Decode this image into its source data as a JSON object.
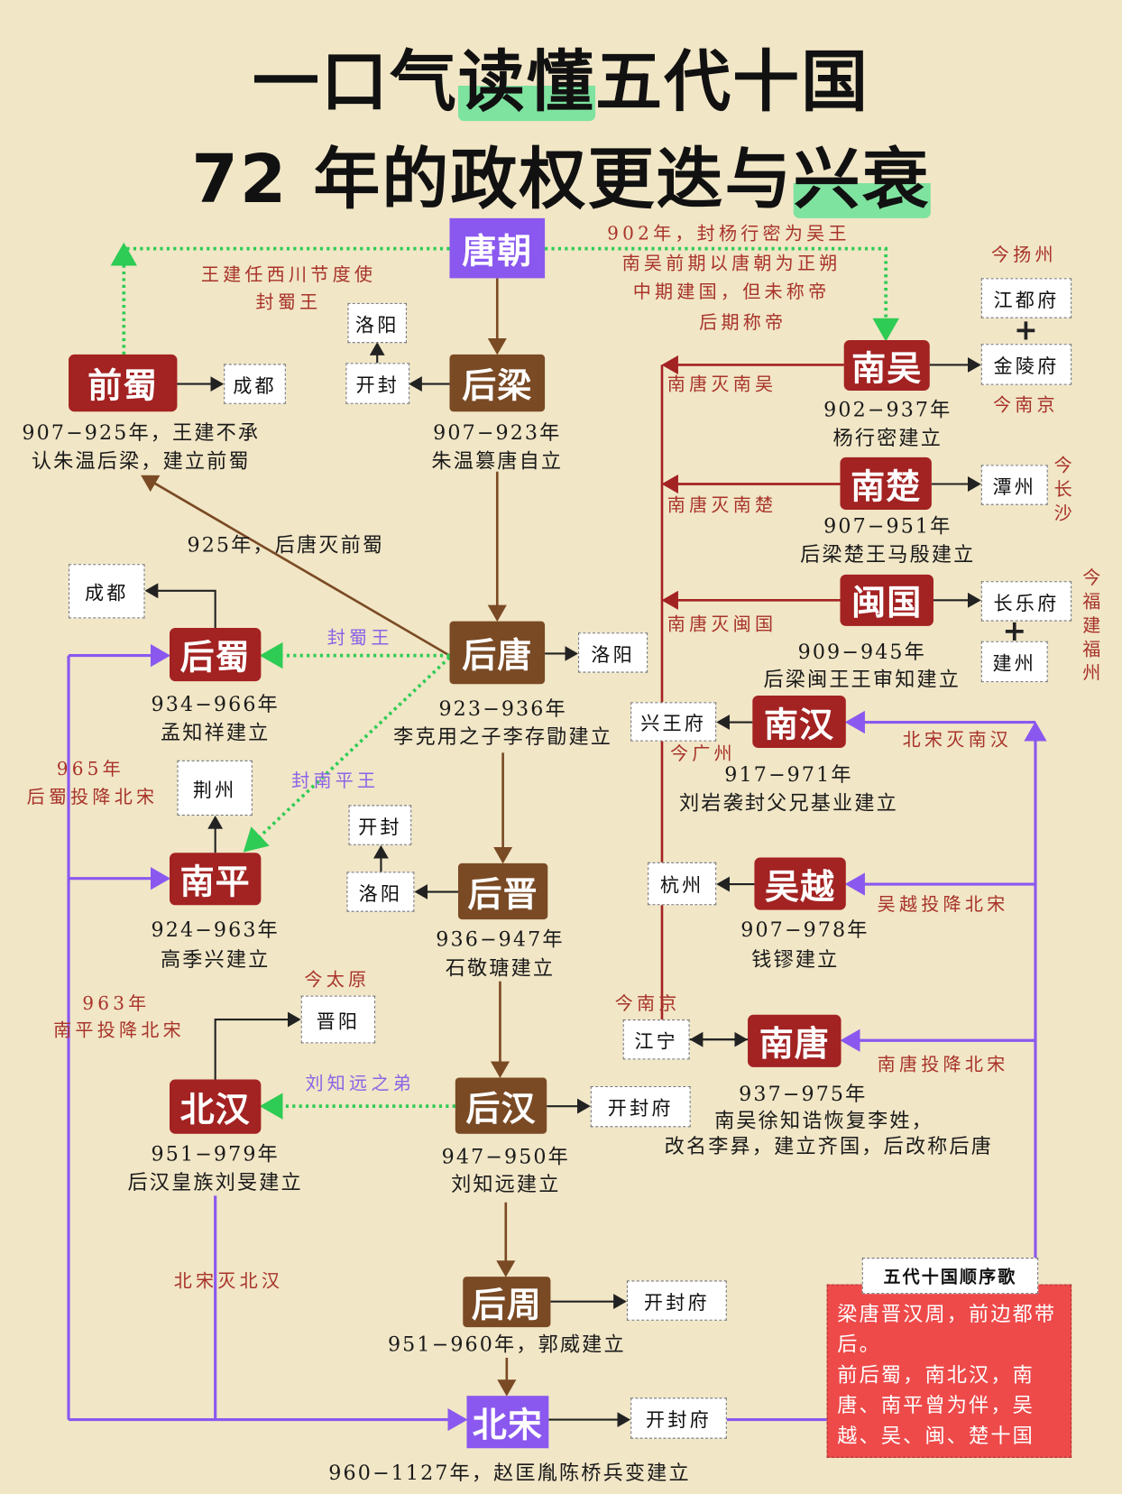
{
  "title": {
    "line1_a": "一口气",
    "line1_hl": "读懂",
    "line1_b": "五代十国",
    "line2_a": "72 年的政权更迭与",
    "line2_hl": "兴衰"
  },
  "states": {
    "tang": "唐朝",
    "qianshu": "前蜀",
    "houliang": "后梁",
    "nanwu": "南吴",
    "nanchu": "南楚",
    "minguo": "闽国",
    "houtang": "后唐",
    "houshu": "后蜀",
    "nanhan": "南汉",
    "nanping": "南平",
    "houjin": "后晋",
    "wuyue": "吴越",
    "nantang": "南唐",
    "beihan": "北汉",
    "houhan": "后汉",
    "houzhou": "后周",
    "beisong": "北宋"
  },
  "capitals": {
    "qianshu_chengdu": "成都",
    "houliang_kaifeng": "开封",
    "houliang_luoyang": "洛阳",
    "nanwu_jiangdu": "江都府",
    "nanwu_jinling": "金陵府",
    "nanchu_tanzhou": "潭州",
    "minguo_changle": "长乐府",
    "minguo_jianzhou": "建州",
    "houtang_luoyang": "洛阳",
    "houshu_chengdu": "成都",
    "nanhan_xingwang": "兴王府",
    "nanping_jingzhou": "荆州",
    "houjin_kaifeng": "开封",
    "houjin_luoyang": "洛阳",
    "wuyue_hangzhou": "杭州",
    "beihan_jinyang": "晋阳",
    "nantang_jiangning": "江宁",
    "houhan_kaifengfu": "开封府",
    "houzhou_kaifengfu": "开封府",
    "beisong_kaifengfu": "开封府"
  },
  "notes": {
    "wangjian_1": "王建任西川节度使",
    "wangjian_2": "封蜀王",
    "nanwu_n1": "902年，封杨行密为吴王",
    "nanwu_n2": "南吴前期以唐朝为正朔",
    "nanwu_n3": "中期建国，但未称帝",
    "nanwu_n4": "后期称帝",
    "today_yangzhou": "今扬州",
    "today_nanjing_1": "今南京",
    "today_changsha": "今长沙",
    "today_fuzhou": "今福建福州",
    "qianshu_d1": "907−925年，王建不承",
    "qianshu_d2": "认朱温后梁，建立前蜀",
    "houliang_d1": "907−923年",
    "houliang_d2": "朱温篡唐自立",
    "mie_nanwu": "南唐灭南吴",
    "mie_nanchu": "南唐灭南楚",
    "mie_minguo": "南唐灭闽国",
    "nanwu_d1": "902−937年",
    "nanwu_d2": "杨行密建立",
    "nanchu_d1": "907−951年",
    "nanchu_d2": "后梁楚王马殷建立",
    "minguo_d1": "909−945年",
    "minguo_d2": "后梁闽王王审知建立",
    "mie_qianshu": "925年，后唐灭前蜀",
    "feng_shuwang": "封蜀王",
    "houtang_d1": "923−936年",
    "houtang_d2": "李克用之子李存勖建立",
    "houshu_d1": "934−966年",
    "houshu_d2": "孟知祥建立",
    "houshu_x1": "965年",
    "houshu_x2": "后蜀投降北宋",
    "feng_nanping": "封南平王",
    "today_guangzhou": "今广州",
    "nanhan_d1": "917−971年",
    "nanhan_d2": "刘岩袭封父兄基业建立",
    "mie_nanhan": "北宋灭南汉",
    "nanping_d1": "924−963年",
    "nanping_d2": "高季兴建立",
    "houjin_d1": "936−947年",
    "houjin_d2": "石敬瑭建立",
    "wuyue_d1": "907−978年",
    "wuyue_d2": "钱镠建立",
    "wuyue_x": "吴越投降北宋",
    "today_taiyuan": "今太原",
    "nanping_x1": "963年",
    "nanping_x2": "南平投降北宋",
    "today_nanjing_2": "今南京",
    "liu_brother": "刘知远之弟",
    "nantang_x": "南唐投降北宋",
    "nantang_d1": "937−975年",
    "nantang_d2": "南吴徐知诰恢复李姓，",
    "nantang_d3": "改名李昪，建立齐国，后改称后唐",
    "beihan_d1": "951−979年",
    "beihan_d2": "后汉皇族刘旻建立",
    "houhan_d1": "947−950年",
    "houhan_d2": "刘知远建立",
    "mie_beihan": "北宋灭北汉",
    "houzhou_d": "951−960年，郭威建立",
    "beisong_d": "960−1127年，赵匡胤陈桥兵变建立"
  },
  "song": {
    "title": "五代十国顺序歌",
    "line1": "梁唐晋汉周，前边都带后。",
    "line2": "前后蜀，南北汉，南唐、南平曾为伴，吴越、吴、闽、楚十国"
  },
  "colors": {
    "background": "#f1e6c6",
    "state_red": "#a32222",
    "state_brown": "#7a4a24",
    "state_purple": "#8a58ef",
    "link_green": "#2ecc55",
    "annotation_red": "#a8332a"
  }
}
